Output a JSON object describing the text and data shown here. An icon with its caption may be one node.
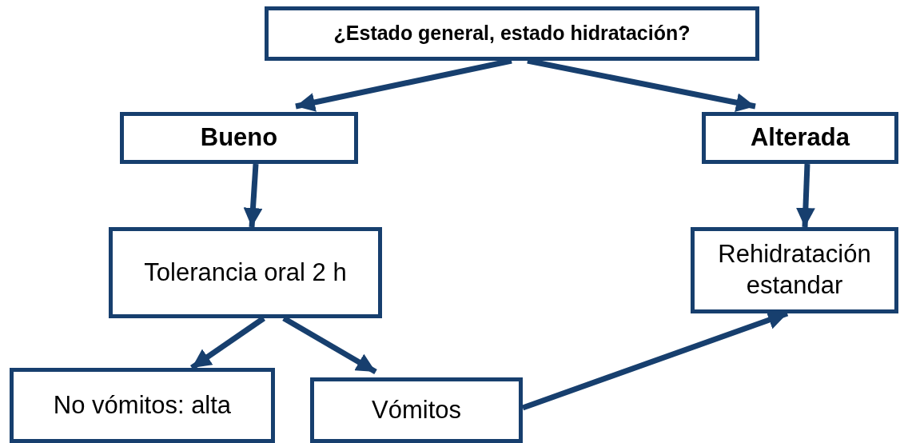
{
  "diagram": {
    "nodes": [
      {
        "text": [
          "¿Estado general, estado hidratación?"
        ]
      },
      {
        "text": [
          "Bueno"
        ]
      },
      {
        "text": [
          "Alterada"
        ]
      },
      {
        "text": [
          "Tolerancia oral 2 h"
        ]
      },
      {
        "text": [
          "Rehidratación estandar"
        ]
      },
      {
        "text": [
          "No vómitos: alta"
        ]
      },
      {
        "text": [
          "Vómitos"
        ]
      }
    ],
    "edges": [
      {
        "from": 0,
        "to": 1,
        "arrow": "to"
      },
      {
        "from": 0,
        "to": 2,
        "arrow": "to"
      },
      {
        "from": 1,
        "to": 3,
        "arrow": "to"
      },
      {
        "from": 2,
        "to": 4,
        "arrow": "to"
      },
      {
        "from": 3,
        "to": 5,
        "arrow": "to"
      },
      {
        "from": 3,
        "to": 6,
        "arrow": "to"
      },
      {
        "from": 6,
        "to": 4,
        "arrow": "to"
      }
    ]
  }
}
